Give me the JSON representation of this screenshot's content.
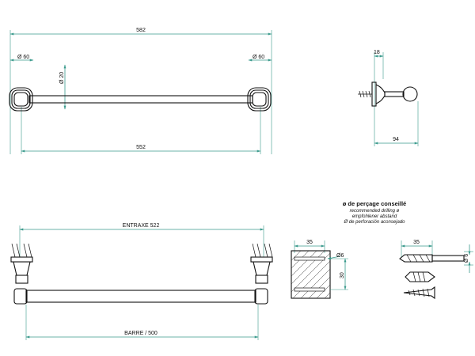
{
  "dimensions": {
    "overall_width": "582",
    "rosette_left": "Ø 60",
    "rosette_right": "Ø 60",
    "bar_diameter": "Ø 20",
    "inner_width": "552",
    "side_depth_top": "18",
    "side_projection": "94",
    "entraxe": "ENTRAXE 522",
    "barre": "BARRE / 500",
    "plug_depth": "35",
    "hole_diameter": "Ø6",
    "plug_height": "30",
    "drill_depth": "35",
    "drill_diameter": "Ø 6"
  },
  "drilling_note": {
    "title": "ø de perçage conseillé",
    "en": "recommended drilling ø",
    "de": "empfohlener abstand",
    "es": "Ø de perforación aconsejado"
  }
}
